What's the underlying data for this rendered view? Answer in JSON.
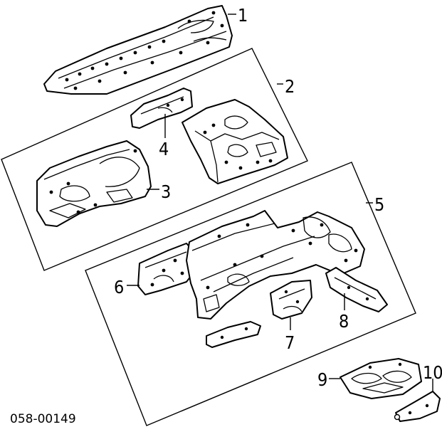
{
  "callouts": {
    "c1": "1",
    "c2": "2",
    "c3": "3",
    "c4": "4",
    "c5": "5",
    "c6": "6",
    "c7": "7",
    "c8": "8",
    "c9": "9",
    "c10": "10"
  },
  "diagram_code": "058-00149"
}
